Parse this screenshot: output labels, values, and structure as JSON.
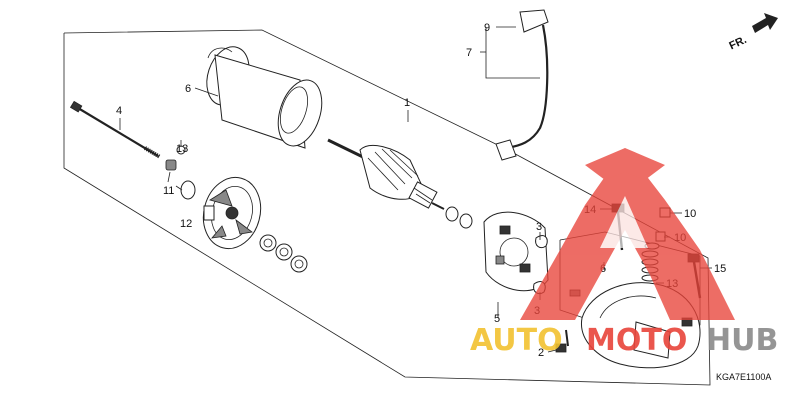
{
  "diagram": {
    "direction_label": "FR.",
    "drawing_code": "KGA7E1100A",
    "callouts": {
      "c1": "1",
      "c2": "2",
      "c3a": "3",
      "c3b": "3",
      "c4": "4",
      "c5": "5",
      "c6a": "6",
      "c6b": "6",
      "c7": "7",
      "c9": "9",
      "c10a": "10",
      "c10b": "10",
      "c11": "11",
      "c12": "12",
      "c13a": "13",
      "c13b": "13",
      "c14": "14",
      "c15": "15"
    }
  },
  "watermark": {
    "part1": "AUTO",
    "part2": "MOTO",
    "part3": "HUB",
    "color_yellow": "#F2C230",
    "color_red": "#E8443A",
    "color_gray": "#8A8A8A"
  }
}
